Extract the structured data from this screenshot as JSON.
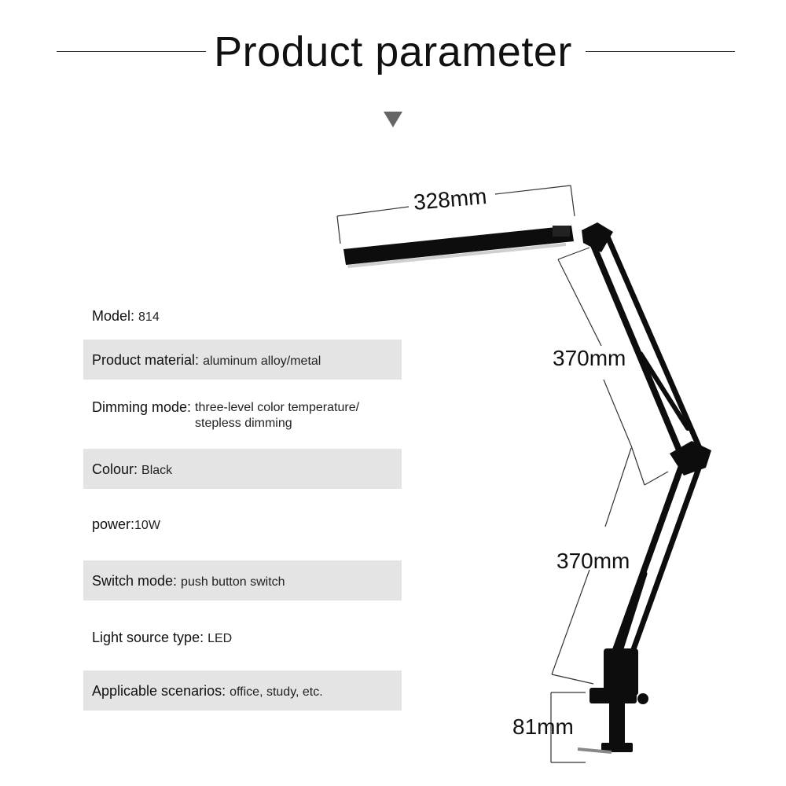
{
  "header": {
    "title": "Product parameter"
  },
  "specs": [
    {
      "label": "Model: ",
      "value": "814"
    },
    {
      "label": "Product material: ",
      "value": "aluminum alloy/metal"
    },
    {
      "label": "Dimming mode: ",
      "value": "three-level color temperature/\nstepless dimming"
    },
    {
      "label": "Colour: ",
      "value": "Black"
    },
    {
      "label": "power:",
      "value": "10W"
    },
    {
      "label": "Switch mode: ",
      "value": "push button switch"
    },
    {
      "label": "Light source type: ",
      "value": "LED"
    },
    {
      "label": "Applicable scenarios: ",
      "value": "office, study, etc."
    }
  ],
  "dimensions": {
    "head_length": "328mm",
    "upper_arm": "370mm",
    "lower_arm": "370mm",
    "clamp": "81mm"
  },
  "colors": {
    "row_shade": "#e4e4e4",
    "lamp_body": "#0d0d0d",
    "arrow": "#666666"
  },
  "icons": {
    "divider_arrow": "down-triangle-icon"
  }
}
